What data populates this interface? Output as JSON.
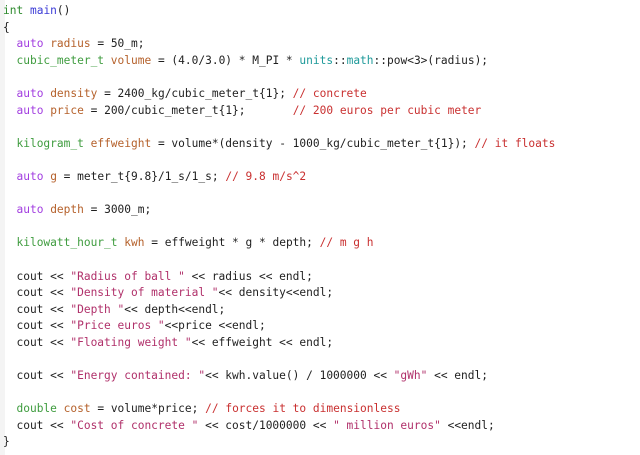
{
  "editor": {
    "language": "C++",
    "colors": {
      "keyword_int": "#2e8b2e",
      "function": "#3b3bd6",
      "keyword_auto": "#a23ee0",
      "variable": "#b5612b",
      "type": "#3f9c3f",
      "namespace": "#1e9a9a",
      "comment": "#c93030",
      "string": "#b0306a",
      "text": "#1f1f1f"
    },
    "lines": [
      [
        {
          "c": "kw-int",
          "t": "int"
        },
        {
          "c": "plain",
          "t": " "
        },
        {
          "c": "fn",
          "t": "main"
        },
        {
          "c": "plain",
          "t": "()"
        }
      ],
      [
        {
          "c": "plain",
          "t": "{"
        }
      ],
      [
        {
          "c": "plain",
          "t": "  "
        },
        {
          "c": "kw-auto",
          "t": "auto"
        },
        {
          "c": "plain",
          "t": " "
        },
        {
          "c": "var",
          "t": "radius"
        },
        {
          "c": "plain",
          "t": " = 50_m;"
        }
      ],
      [
        {
          "c": "plain",
          "t": "  "
        },
        {
          "c": "type",
          "t": "cubic_meter_t"
        },
        {
          "c": "plain",
          "t": " "
        },
        {
          "c": "var",
          "t": "volume"
        },
        {
          "c": "plain",
          "t": " = (4.0/3.0) * M_PI * "
        },
        {
          "c": "ns",
          "t": "units"
        },
        {
          "c": "plain",
          "t": "::"
        },
        {
          "c": "ns",
          "t": "math"
        },
        {
          "c": "plain",
          "t": "::pow<3>(radius);"
        }
      ],
      [],
      [
        {
          "c": "plain",
          "t": "  "
        },
        {
          "c": "kw-auto",
          "t": "auto"
        },
        {
          "c": "plain",
          "t": " "
        },
        {
          "c": "var",
          "t": "density"
        },
        {
          "c": "plain",
          "t": " = 2400_kg/cubic_meter_t{1}; "
        },
        {
          "c": "comment",
          "t": "// concrete"
        }
      ],
      [
        {
          "c": "plain",
          "t": "  "
        },
        {
          "c": "kw-auto",
          "t": "auto"
        },
        {
          "c": "plain",
          "t": " "
        },
        {
          "c": "var",
          "t": "price"
        },
        {
          "c": "plain",
          "t": " = 200/cubic_meter_t{1};       "
        },
        {
          "c": "comment",
          "t": "// 200 euros per cubic meter"
        }
      ],
      [],
      [
        {
          "c": "plain",
          "t": "  "
        },
        {
          "c": "type",
          "t": "kilogram_t"
        },
        {
          "c": "plain",
          "t": " "
        },
        {
          "c": "var",
          "t": "effweight"
        },
        {
          "c": "plain",
          "t": " = volume*(density - 1000_kg/cubic_meter_t{1}); "
        },
        {
          "c": "comment",
          "t": "// it floats"
        }
      ],
      [],
      [
        {
          "c": "plain",
          "t": "  "
        },
        {
          "c": "kw-auto",
          "t": "auto"
        },
        {
          "c": "plain",
          "t": " "
        },
        {
          "c": "var",
          "t": "g"
        },
        {
          "c": "plain",
          "t": " = meter_t{9.8}/1_s/1_s; "
        },
        {
          "c": "comment",
          "t": "// 9.8 m/s^2"
        }
      ],
      [],
      [
        {
          "c": "plain",
          "t": "  "
        },
        {
          "c": "kw-auto",
          "t": "auto"
        },
        {
          "c": "plain",
          "t": " "
        },
        {
          "c": "var",
          "t": "depth"
        },
        {
          "c": "plain",
          "t": " = 3000_m;"
        }
      ],
      [],
      [
        {
          "c": "plain",
          "t": "  "
        },
        {
          "c": "type",
          "t": "kilowatt_hour_t"
        },
        {
          "c": "plain",
          "t": " "
        },
        {
          "c": "var",
          "t": "kwh"
        },
        {
          "c": "plain",
          "t": " = effweight * g * depth; "
        },
        {
          "c": "comment",
          "t": "// m g h"
        }
      ],
      [],
      [
        {
          "c": "plain",
          "t": "  cout << "
        },
        {
          "c": "str",
          "t": "\"Radius of ball \""
        },
        {
          "c": "plain",
          "t": " << radius << endl;"
        }
      ],
      [
        {
          "c": "plain",
          "t": "  cout << "
        },
        {
          "c": "str",
          "t": "\"Density of material \""
        },
        {
          "c": "plain",
          "t": "<< density<<endl;"
        }
      ],
      [
        {
          "c": "plain",
          "t": "  cout << "
        },
        {
          "c": "str",
          "t": "\"Depth \""
        },
        {
          "c": "plain",
          "t": "<< depth<<endl;"
        }
      ],
      [
        {
          "c": "plain",
          "t": "  cout << "
        },
        {
          "c": "str",
          "t": "\"Price euros \""
        },
        {
          "c": "plain",
          "t": "<<price <<endl;"
        }
      ],
      [
        {
          "c": "plain",
          "t": "  cout << "
        },
        {
          "c": "str",
          "t": "\"Floating weight \""
        },
        {
          "c": "plain",
          "t": "<< effweight << endl;"
        }
      ],
      [],
      [
        {
          "c": "plain",
          "t": "  cout << "
        },
        {
          "c": "str",
          "t": "\"Energy contained: \""
        },
        {
          "c": "plain",
          "t": "<< kwh.value() / 1000000 << "
        },
        {
          "c": "str",
          "t": "\"gWh\""
        },
        {
          "c": "plain",
          "t": " << endl;"
        }
      ],
      [],
      [
        {
          "c": "plain",
          "t": "  "
        },
        {
          "c": "type",
          "t": "double"
        },
        {
          "c": "plain",
          "t": " "
        },
        {
          "c": "var",
          "t": "cost"
        },
        {
          "c": "plain",
          "t": " = volume*price; "
        },
        {
          "c": "comment",
          "t": "// forces it to dimensionless"
        }
      ],
      [
        {
          "c": "plain",
          "t": "  cout << "
        },
        {
          "c": "str",
          "t": "\"Cost of concrete \""
        },
        {
          "c": "plain",
          "t": " << cost/1000000 << "
        },
        {
          "c": "str",
          "t": "\" million euros\""
        },
        {
          "c": "plain",
          "t": " <<endl;"
        }
      ],
      [
        {
          "c": "plain",
          "t": "}"
        }
      ]
    ]
  }
}
